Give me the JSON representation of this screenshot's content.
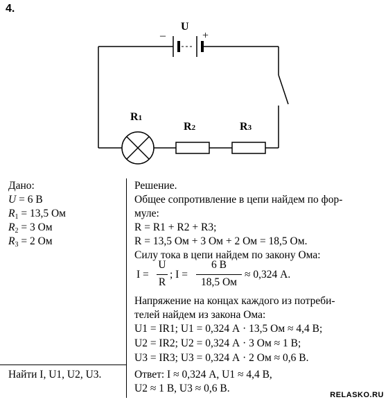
{
  "problem_number": "4.",
  "circuit": {
    "source_label": "U",
    "minus_sign": "–",
    "plus_sign": "+",
    "r1_label": "R",
    "r1_sub": "1",
    "r2_label": "R",
    "r2_sub": "2",
    "r3_label": "R",
    "r3_sub": "3"
  },
  "given": {
    "title": "Дано:",
    "lines": [
      {
        "var": "U",
        "sub": "",
        "rest": " = 6 В"
      },
      {
        "var": "R",
        "sub": "1",
        "rest": " = 13,5 Ом"
      },
      {
        "var": "R",
        "sub": "2",
        "rest": " = 3 Ом"
      },
      {
        "var": "R",
        "sub": "3",
        "rest": " = 2 Ом"
      }
    ],
    "find": "Найти I, U1, U2, U3."
  },
  "solution": {
    "title": "Решение.",
    "line1": "Общее сопротивление в цепи найдем по фор-",
    "line2": "муле:",
    "line3": "R = R1 + R2 + R3;",
    "line4": "R = 13,5 Ом + 3 Ом + 2 Ом = 18,5 Ом.",
    "line5": "Силу тока в цепи найдем по закону Ома:",
    "formula_I": "I =",
    "formula_U": "U",
    "formula_R": "R",
    "formula_sep": "; I =",
    "formula_num": "6 В",
    "formula_den": "18,5 Ом",
    "formula_result": "≈ 0,324 А.",
    "line6": "Напряжение на концах каждого из потреби-",
    "line7": "телей найдем из закона Ома:",
    "line8": "U1 = IR1; U1 = 0,324 А · 13,5 Ом ≈ 4,4 В;",
    "line9": "U2 = IR2; U2 = 0,324 А · 3 Ом ≈ 1 В;",
    "line10": "U3 = IR3; U3 = 0,324 А · 2 Ом ≈ 0,6 В.",
    "answer1": "Ответ: I ≈ 0,324 А, U1 ≈ 4,4 В,",
    "answer2": "U2 ≈ 1 В, U3 ≈ 0,6 В."
  },
  "watermark": "RELASKO.RU"
}
